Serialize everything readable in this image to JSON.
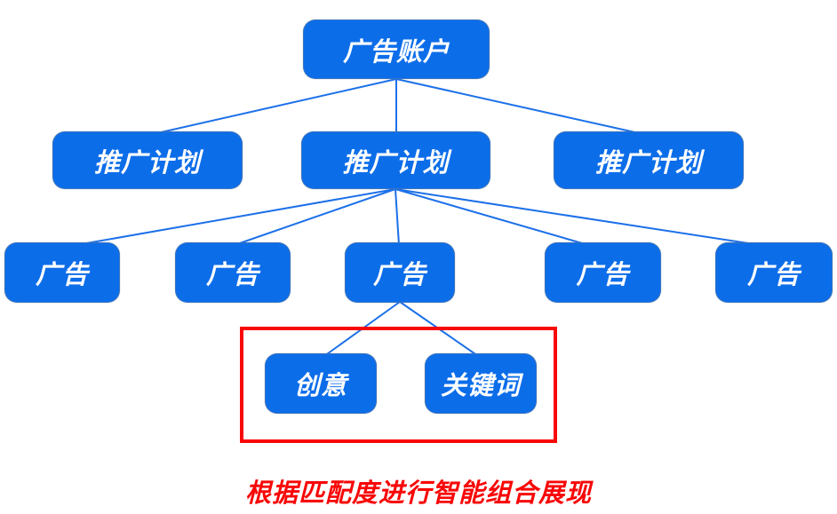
{
  "diagram": {
    "root": {
      "label": "广告账户"
    },
    "plans": [
      {
        "label": "推广计划"
      },
      {
        "label": "推广计划"
      },
      {
        "label": "推广计划"
      }
    ],
    "ads": [
      {
        "label": "广告"
      },
      {
        "label": "广告"
      },
      {
        "label": "广告"
      },
      {
        "label": "广告"
      },
      {
        "label": "广告"
      }
    ],
    "leaves": [
      {
        "label": "创意"
      },
      {
        "label": "关键词"
      }
    ],
    "caption": "根据匹配度进行智能组合展现",
    "colors": {
      "node_fill": "#0C6DE9",
      "node_border": "rgba(110,125,145,0.45)",
      "node_text": "#FFFFFF",
      "connector": "#1C70E9",
      "highlight": "#F80707"
    }
  }
}
